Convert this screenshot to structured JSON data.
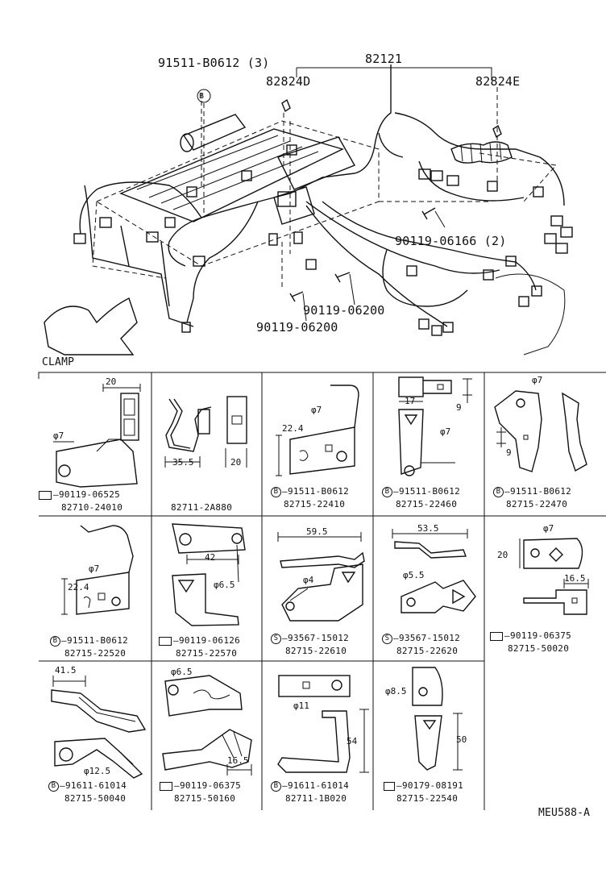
{
  "header_callouts": {
    "bolt_top": "91511-B0612 (3)",
    "harness": "82121",
    "clamp_d": "82824D",
    "clamp_e": "82824E",
    "bolt_right": "90119-06166 (2)",
    "bolt_mid": "90119-06200",
    "bolt_low": "90119-06200",
    "symbol_b": "B"
  },
  "section_title": "CLAMP",
  "clamps": [
    {
      "dims": [
        "20",
        "φ7"
      ],
      "fastener": "90119-06525",
      "fastener_sym": "",
      "part": "82710-24010"
    },
    {
      "dims": [
        "35.5",
        "20"
      ],
      "fastener": "",
      "fastener_sym": "",
      "part": "82711-2A880"
    },
    {
      "dims": [
        "22.4",
        "φ7"
      ],
      "fastener": "91511-B0612",
      "fastener_sym": "B",
      "part": "82715-22410"
    },
    {
      "dims": [
        "9",
        "17",
        "φ7"
      ],
      "fastener": "91511-B0612",
      "fastener_sym": "B",
      "part": "82715-22460"
    },
    {
      "dims": [
        "φ7",
        "9"
      ],
      "fastener": "91511-B0612",
      "fastener_sym": "B",
      "part": "82715-22470"
    },
    {
      "dims": [
        "22.4",
        "φ7"
      ],
      "fastener": "91511-B0612",
      "fastener_sym": "B",
      "part": "82715-22520"
    },
    {
      "dims": [
        "42",
        "φ6.5"
      ],
      "fastener": "90119-06126",
      "fastener_sym": "",
      "part": "82715-22570"
    },
    {
      "dims": [
        "59.5",
        "φ4"
      ],
      "fastener": "93567-15012",
      "fastener_sym": "S",
      "part": "82715-22610"
    },
    {
      "dims": [
        "53.5",
        "φ5.5"
      ],
      "fastener": "93567-15012",
      "fastener_sym": "S",
      "part": "82715-22620"
    },
    {
      "dims": [
        "φ7",
        "20",
        "16.5"
      ],
      "fastener": "90119-06375",
      "fastener_sym": "",
      "part": "82715-50020"
    },
    {
      "dims": [
        "41.5",
        "φ12.5"
      ],
      "fastener": "91611-61014",
      "fastener_sym": "B",
      "part": "82715-50040"
    },
    {
      "dims": [
        "φ6.5",
        "16.5"
      ],
      "fastener": "90119-06375",
      "fastener_sym": "",
      "part": "82715-50160"
    },
    {
      "dims": [
        "φ11",
        "54"
      ],
      "fastener": "91611-61014",
      "fastener_sym": "B",
      "part": "82711-1B020"
    },
    {
      "dims": [
        "φ8.5",
        "50"
      ],
      "fastener": "90179-08191",
      "fastener_sym": "",
      "part": "82715-22540"
    }
  ],
  "figure_code": "MEU588-A"
}
